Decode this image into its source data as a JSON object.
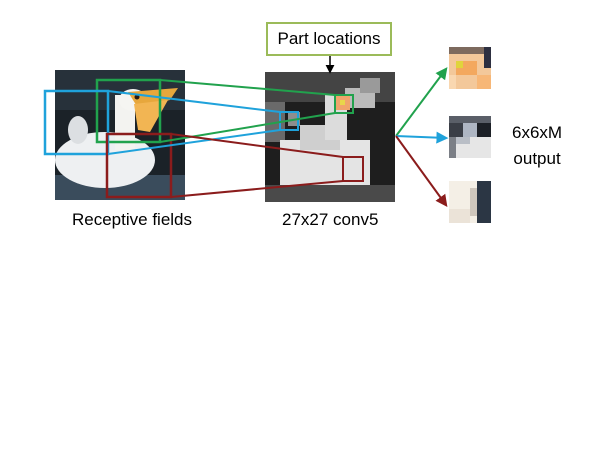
{
  "labels": {
    "part_locations": "Part locations",
    "receptive_fields": "Receptive fields",
    "conv5": "27x27 conv5",
    "output_line1": "6x6xM",
    "output_line2": "output"
  },
  "colors": {
    "green": "#21a24d",
    "blue": "#1fa2db",
    "dark_red": "#8b1c1c",
    "olive_box": "#9bbb59",
    "arrow_black": "#000000"
  }
}
